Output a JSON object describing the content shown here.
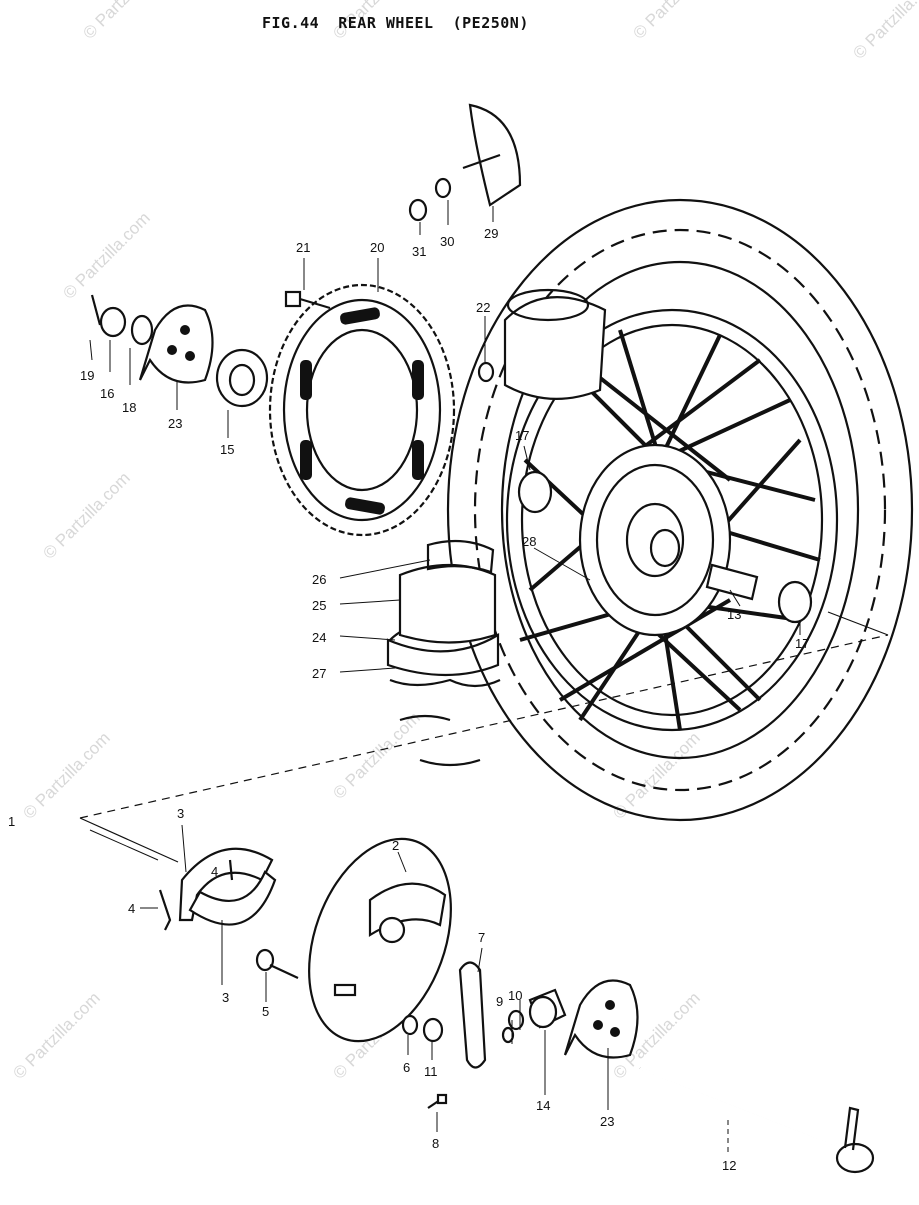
{
  "title": "FIG.44  REAR WHEEL  (PE250N)",
  "watermark": "© Partzilla.com",
  "callouts": {
    "p1": "1",
    "p2": "2",
    "p3a": "3",
    "p3b": "3",
    "p4a": "4",
    "p4b": "4",
    "p5": "5",
    "p6": "6",
    "p7": "7",
    "p8": "8",
    "p9": "9",
    "p10": "10",
    "p11": "11",
    "p12": "12",
    "p13": "13",
    "p14": "14",
    "p15": "15",
    "p16": "16",
    "p17a": "17",
    "p17b": "17",
    "p18": "18",
    "p19": "19",
    "p20": "20",
    "p21": "21",
    "p22": "22",
    "p23a": "23",
    "p23b": "23",
    "p24": "24",
    "p25": "25",
    "p26": "26",
    "p27": "27",
    "p28": "28",
    "p29": "29",
    "p30": "30",
    "p31": "31"
  }
}
